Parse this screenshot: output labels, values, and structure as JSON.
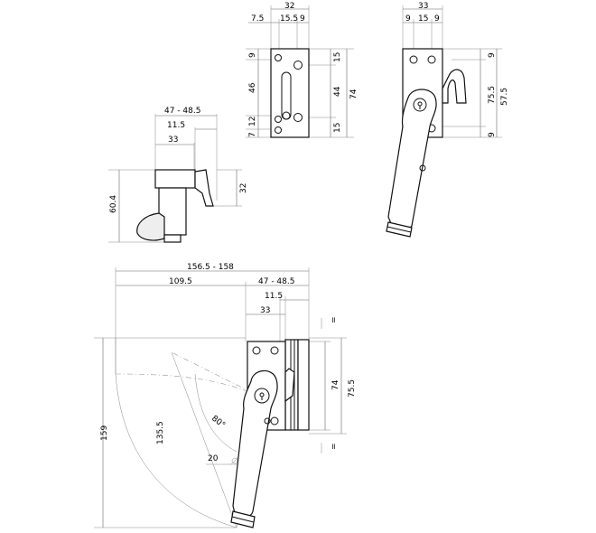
{
  "drawing": {
    "side_view": {
      "dims": {
        "overall_width": "47 - 48.5",
        "handle_offset": "11.5",
        "body_width": "33",
        "total_height": "60.4",
        "handle_height": "32"
      }
    },
    "keep_front_view": {
      "dims": {
        "width": "32",
        "left_edge": "7.5",
        "hole_spacing": "15.5",
        "right_edge": "9",
        "top_edge_left": "9",
        "slot_length": "46",
        "slot_bottom": "12",
        "bottom_edge_left": "7",
        "right_top": "15",
        "right_middle": "44",
        "right_bottom": "15",
        "overall_height": "74"
      }
    },
    "lock_front_view": {
      "dims": {
        "width": "33",
        "left_edge": "9",
        "hole_spacing": "15",
        "right_edge": "9",
        "top": "9",
        "middle": "75.5",
        "overall": "57.5",
        "bottom": "9"
      }
    },
    "plan_view": {
      "dims": {
        "swing_width": "156.5 - 158",
        "centre_offset": "109.5",
        "overall_width": "47 - 48.5",
        "handle_offset": "11.5",
        "body_width": "33",
        "height_keep": "74",
        "height_lock": "75.5",
        "equal_top": "=",
        "equal_bottom": "=",
        "overall_height": "159",
        "handle_radius": "135.5",
        "angle": "80°",
        "handle_diameter": "20"
      }
    }
  }
}
